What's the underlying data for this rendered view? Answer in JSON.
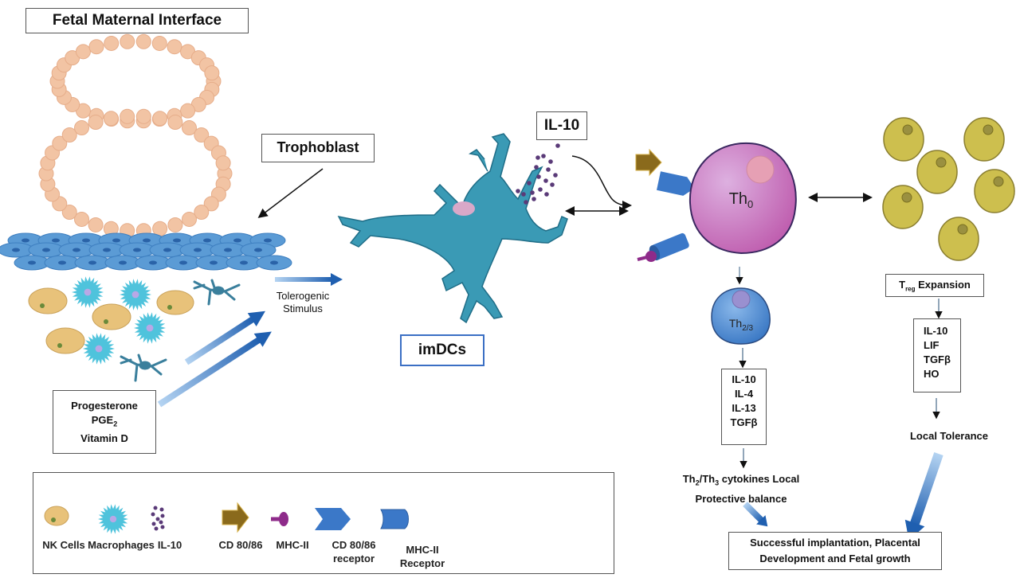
{
  "title": "Fetal Maternal Interface",
  "labels": {
    "trophoblast": "Trophoblast",
    "tolerogenic_stimulus_1": "Tolerogenic",
    "tolerogenic_stimulus_2": "Stimulus",
    "imdcs": "imDCs",
    "il10_top": "IL-10",
    "th0_main": "Th",
    "th0_sub": "0",
    "th23_main": "Th",
    "th23_sub": "2/3",
    "treg_main": "T",
    "treg_sub": "reg",
    "treg_rest": " Expansion",
    "local_tolerance": "Local Tolerance",
    "th_cyto_line1_a": "Th",
    "th_cyto_line1_sub1": "2",
    "th_cyto_line1_b": "/Th",
    "th_cyto_line1_sub2": "3",
    "th_cyto_line1_c": " cytokines Local",
    "th_cyto_line2": "Protective balance",
    "outcome_line1": "Successful implantation, Placental",
    "outcome_line2": "Development and Fetal growth"
  },
  "hormones": {
    "line1": "Progesterone",
    "line2_main": "PGE",
    "line2_sub": "2",
    "line3": "Vitamin D"
  },
  "th23_cytokines": [
    "IL-10",
    "IL-4",
    "IL-13",
    "TGFβ"
  ],
  "treg_cytokines": [
    "IL-10",
    "LIF",
    "TGFβ",
    "HO"
  ],
  "legend": {
    "items": [
      {
        "label": "NK Cells",
        "icon": "nk-cell-icon"
      },
      {
        "label": "Macrophages",
        "icon": "macrophage-icon"
      },
      {
        "label": "IL-10",
        "icon": "il10-dots-icon"
      },
      {
        "label": "CD 80/86",
        "icon": "cd80-86-arrow-icon"
      },
      {
        "label": "MHC-II",
        "icon": "mhc-ii-icon"
      },
      {
        "label_line1": "CD 80/86",
        "label_line2": "receptor",
        "icon": "cd80-86-receptor-icon"
      },
      {
        "label_line1": "MHC-II",
        "label_line2": "Receptor",
        "icon": "mhc-ii-receptor-icon"
      }
    ]
  },
  "colors": {
    "trophoblast_cell": "#f2c4a4",
    "decidua_cell": "#5b9bd5",
    "nk_cell": "#e8c27a",
    "macrophage": "#4fc3dc",
    "dendritic": "#3a9ab5",
    "il10_dot": "#5a3a78",
    "th0": "#c66ab8",
    "th23": "#4a8ad0",
    "treg": "#cdbf4e",
    "cd80": "#8a6a1c",
    "receptor": "#3b78c8",
    "mhc": "#8e2b8a",
    "arrow_blue": "#1f5fb0"
  }
}
